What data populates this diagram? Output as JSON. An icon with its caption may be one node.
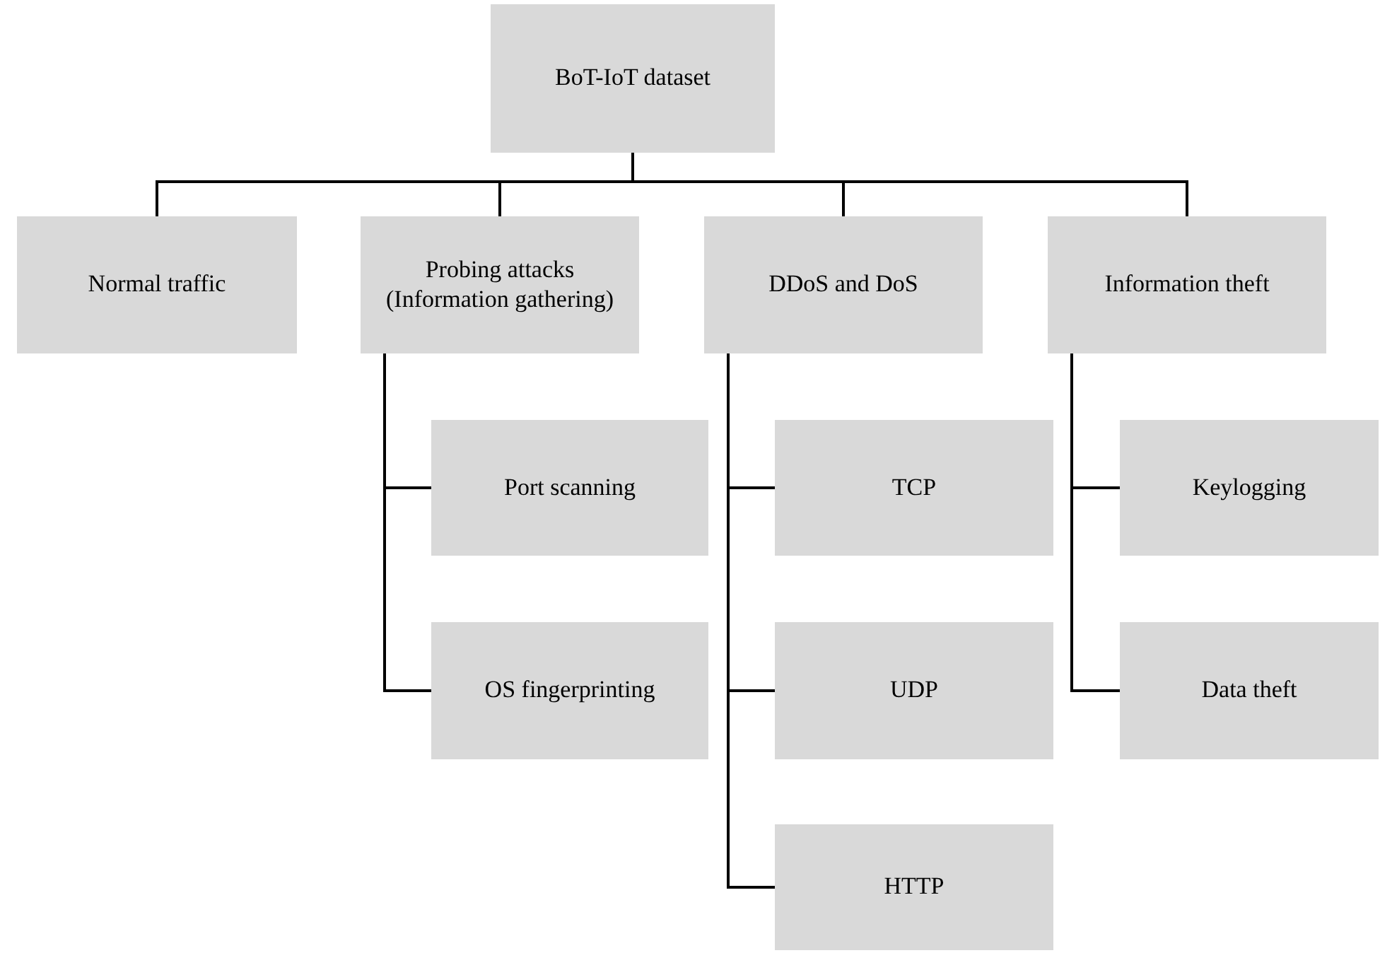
{
  "diagram": {
    "nodes": [
      {
        "text": [
          "BoT-IoT dataset"
        ]
      },
      {
        "text": [
          "Normal traffic"
        ]
      },
      {
        "text": [
          "Probing attacks (Information gathering)"
        ]
      },
      {
        "text": [
          "DDoS and DoS"
        ]
      },
      {
        "text": [
          "Information theft"
        ]
      },
      {
        "text": [
          "Port scanning"
        ]
      },
      {
        "text": [
          "OS fingerprinting"
        ]
      },
      {
        "text": [
          "TCP"
        ]
      },
      {
        "text": [
          "UDP"
        ]
      },
      {
        "text": [
          "HTTP"
        ]
      },
      {
        "text": [
          "Keylogging"
        ]
      },
      {
        "text": [
          "Data theft"
        ]
      }
    ],
    "edges": [
      {
        "from": 0,
        "to": 1,
        "arrow": "none"
      },
      {
        "from": 0,
        "to": 2,
        "arrow": "none"
      },
      {
        "from": 0,
        "to": 3,
        "arrow": "none"
      },
      {
        "from": 0,
        "to": 4,
        "arrow": "none"
      },
      {
        "from": 2,
        "to": 5,
        "arrow": "none"
      },
      {
        "from": 2,
        "to": 6,
        "arrow": "none"
      },
      {
        "from": 3,
        "to": 7,
        "arrow": "none"
      },
      {
        "from": 3,
        "to": 8,
        "arrow": "none"
      },
      {
        "from": 3,
        "to": 9,
        "arrow": "none"
      },
      {
        "from": 4,
        "to": 10,
        "arrow": "none"
      },
      {
        "from": 4,
        "to": 11,
        "arrow": "none"
      }
    ]
  }
}
